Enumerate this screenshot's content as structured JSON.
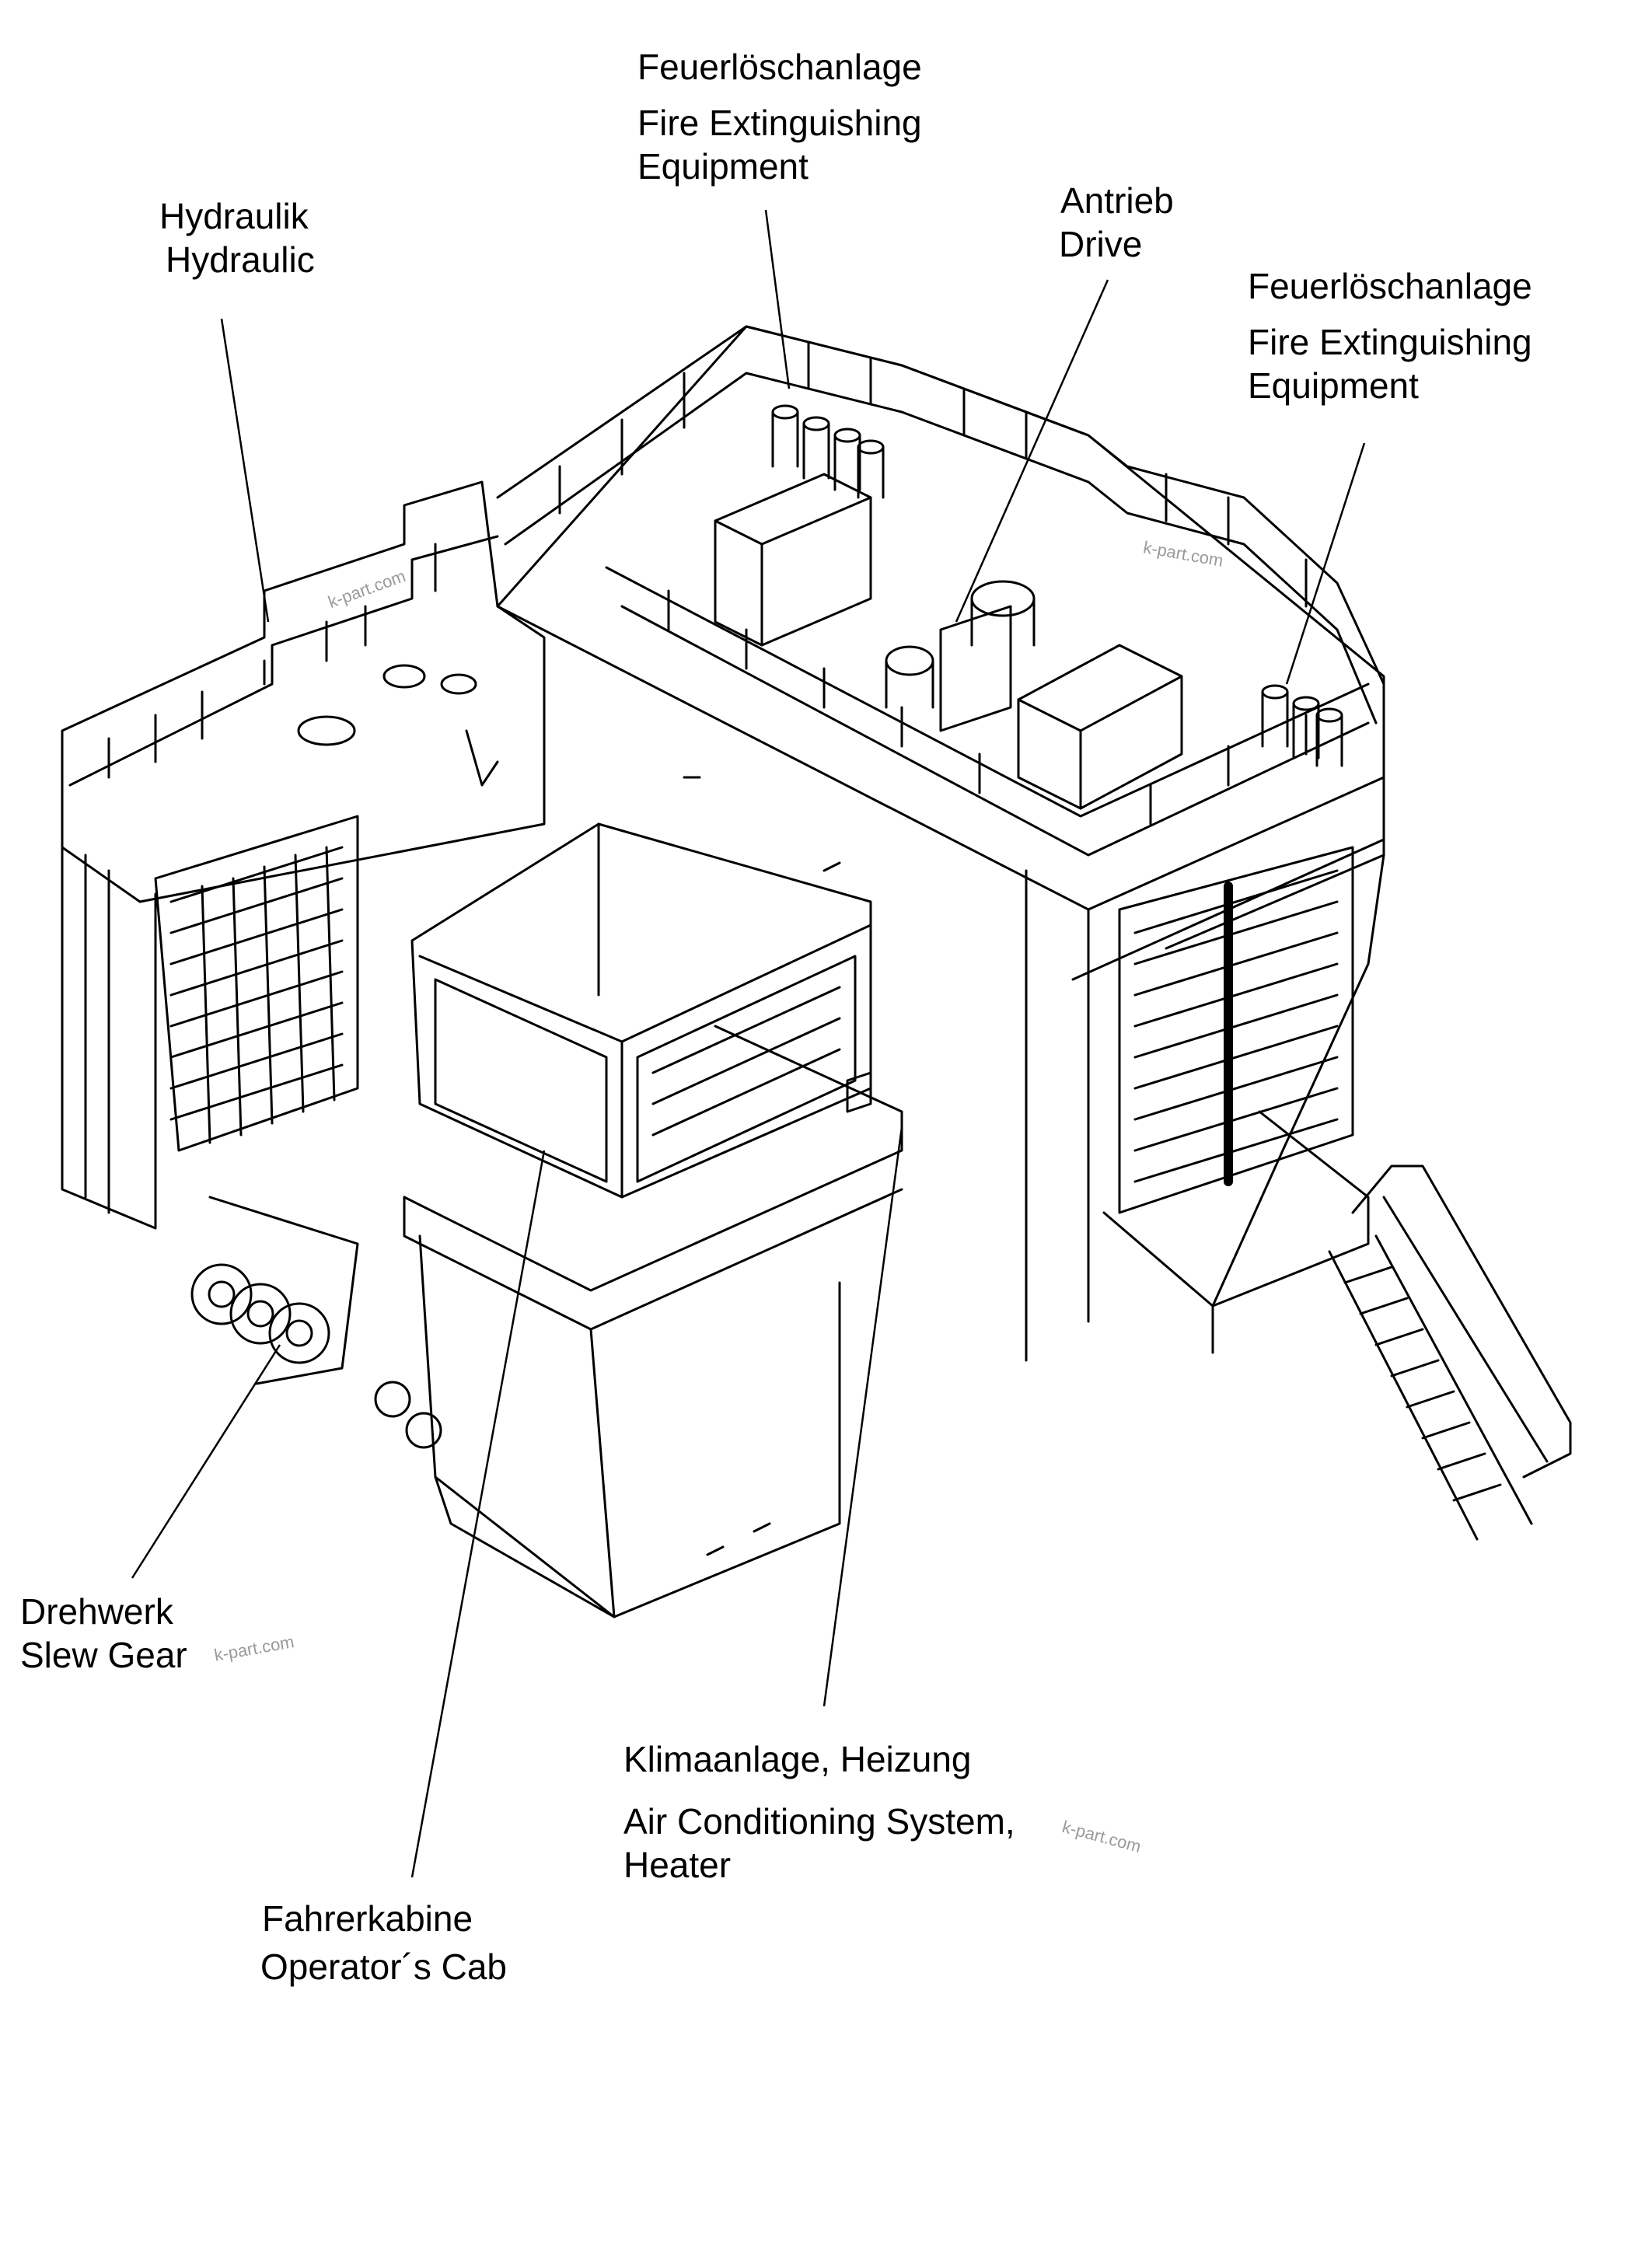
{
  "labels": {
    "fire_top": {
      "de": "Feuerlöschanlage",
      "en_line1": "Fire Extinguishing",
      "en_line2": "Equipment"
    },
    "hydraulic": {
      "de": "Hydraulik",
      "en": "Hydraulic"
    },
    "drive": {
      "de": "Antrieb",
      "en": "Drive"
    },
    "fire_right": {
      "de": "Feuerlöschanlage",
      "en_line1": "Fire Extinguishing",
      "en_line2": "Equipment"
    },
    "slew_gear": {
      "de": "Drehwerk",
      "en": "Slew Gear"
    },
    "air_conditioning": {
      "de": "Klimaanlage, Heizung",
      "en_line1": "Air Conditioning System,",
      "en_line2": "Heater"
    },
    "operator_cab": {
      "de": "Fahrerkabine",
      "en": "Operator´s Cab"
    }
  },
  "watermark": "k-part.com",
  "colors": {
    "line": "#000000",
    "background": "#ffffff",
    "watermark": "#9a9a9a"
  }
}
